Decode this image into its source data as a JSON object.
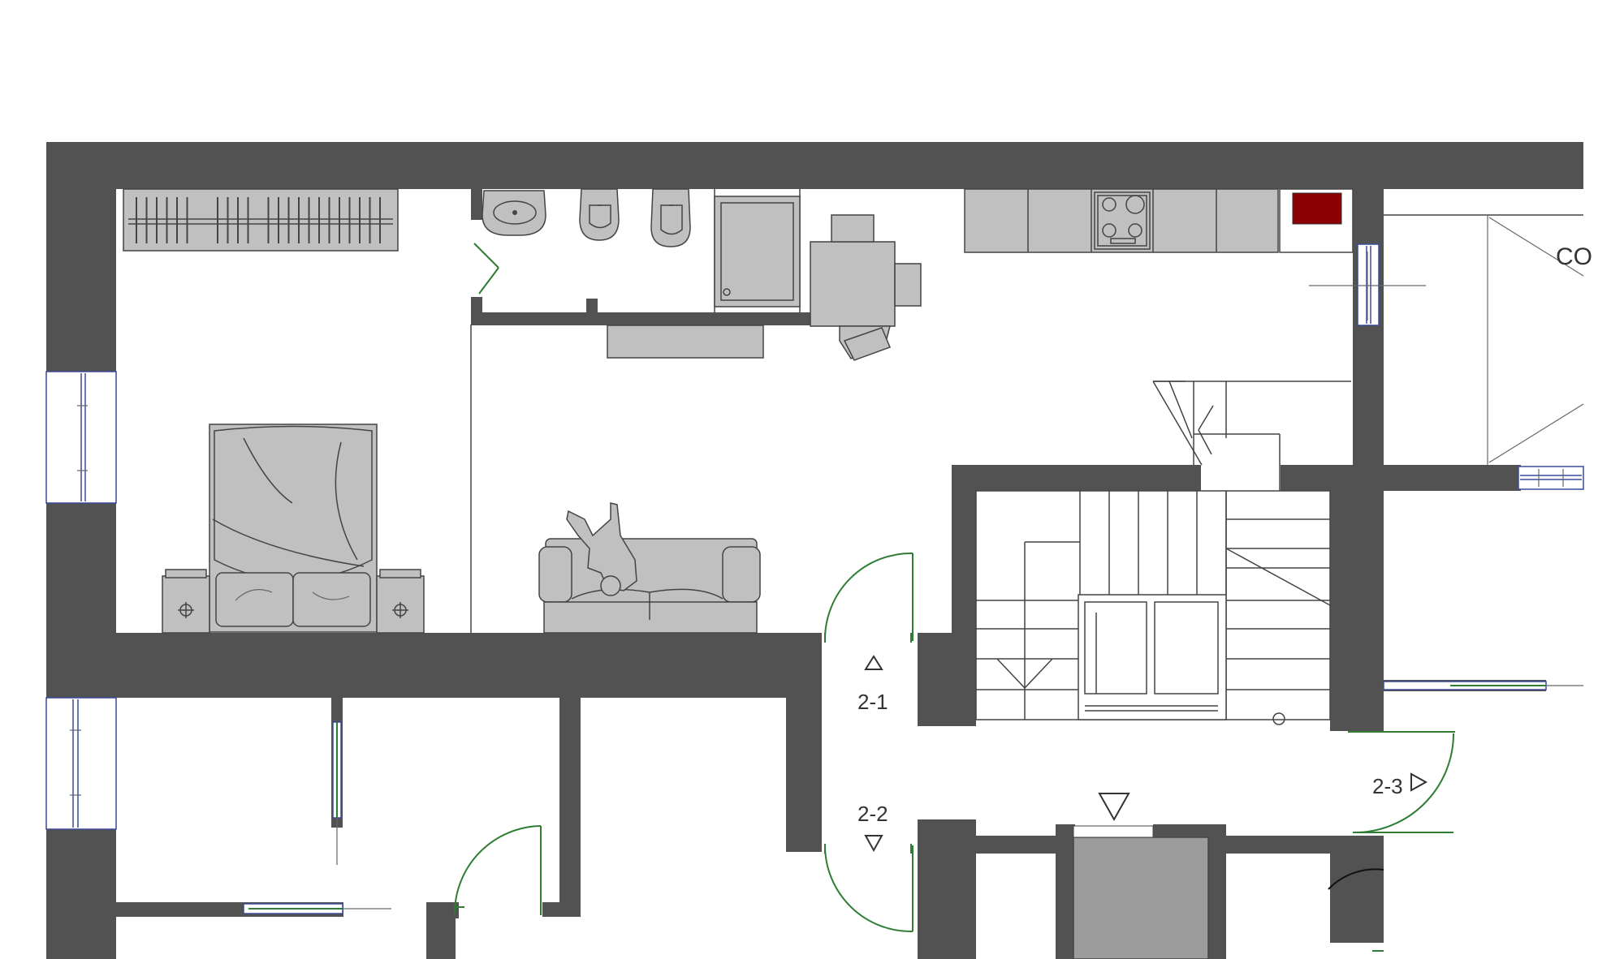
{
  "plan": {
    "labels": {
      "door_2_1": "2-1",
      "door_2_2": "2-2",
      "door_2_3": "2-3",
      "room_partial": "CO"
    },
    "colors": {
      "wall": "#525252",
      "furniture": "#c0c0c0",
      "door_swing": "#2e7d32",
      "window": "#3a4a9a",
      "radiator": "#8b0000"
    }
  }
}
